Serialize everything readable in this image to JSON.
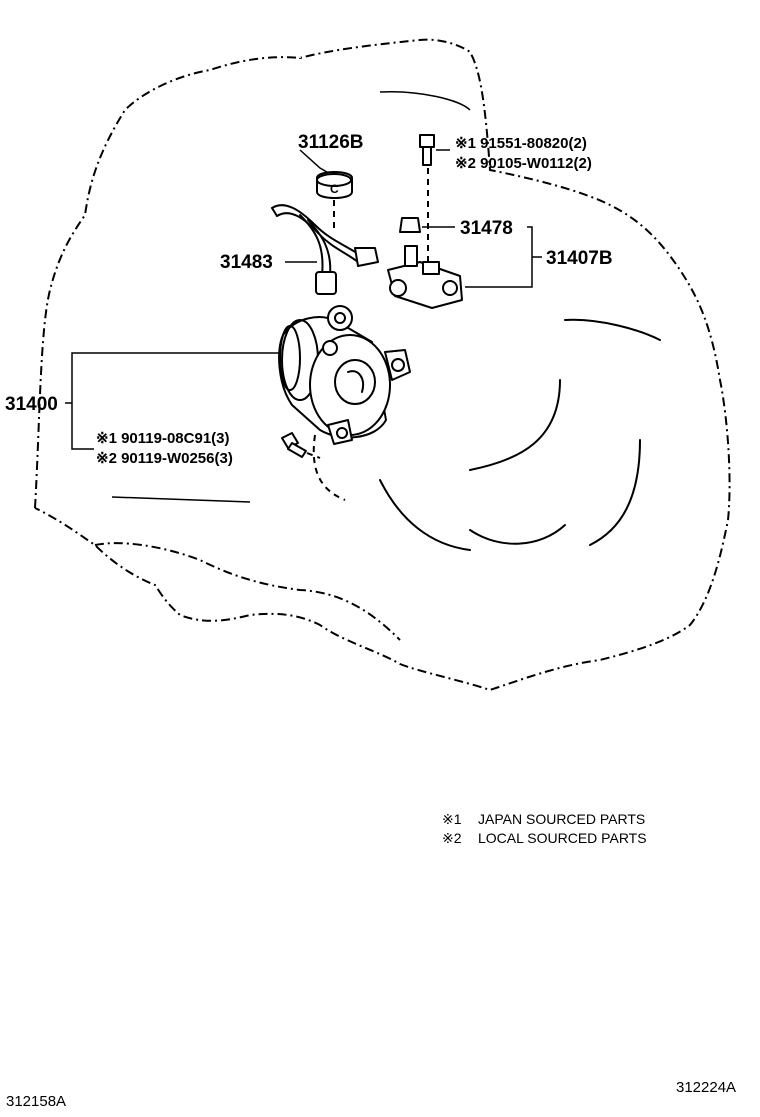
{
  "callouts": {
    "p31126b": "31126B",
    "p31483": "31483",
    "p31478": "31478",
    "p31407b": "31407B",
    "p31400": "31400",
    "bolt_top_1": "※1 91551-80820(2)",
    "bolt_top_2": "※2 90105-W0112(2)",
    "bolt_bottom_1": "※1 90119-08C91(3)",
    "bolt_bottom_2": "※2 90119-W0256(3)"
  },
  "notes": {
    "n1_mark": "※1",
    "n1_text": "JAPAN SOURCED PARTS",
    "n2_mark": "※2",
    "n2_text": "LOCAL SOURCED PARTS"
  },
  "ids": {
    "left": "312158A",
    "right": "312224A"
  }
}
